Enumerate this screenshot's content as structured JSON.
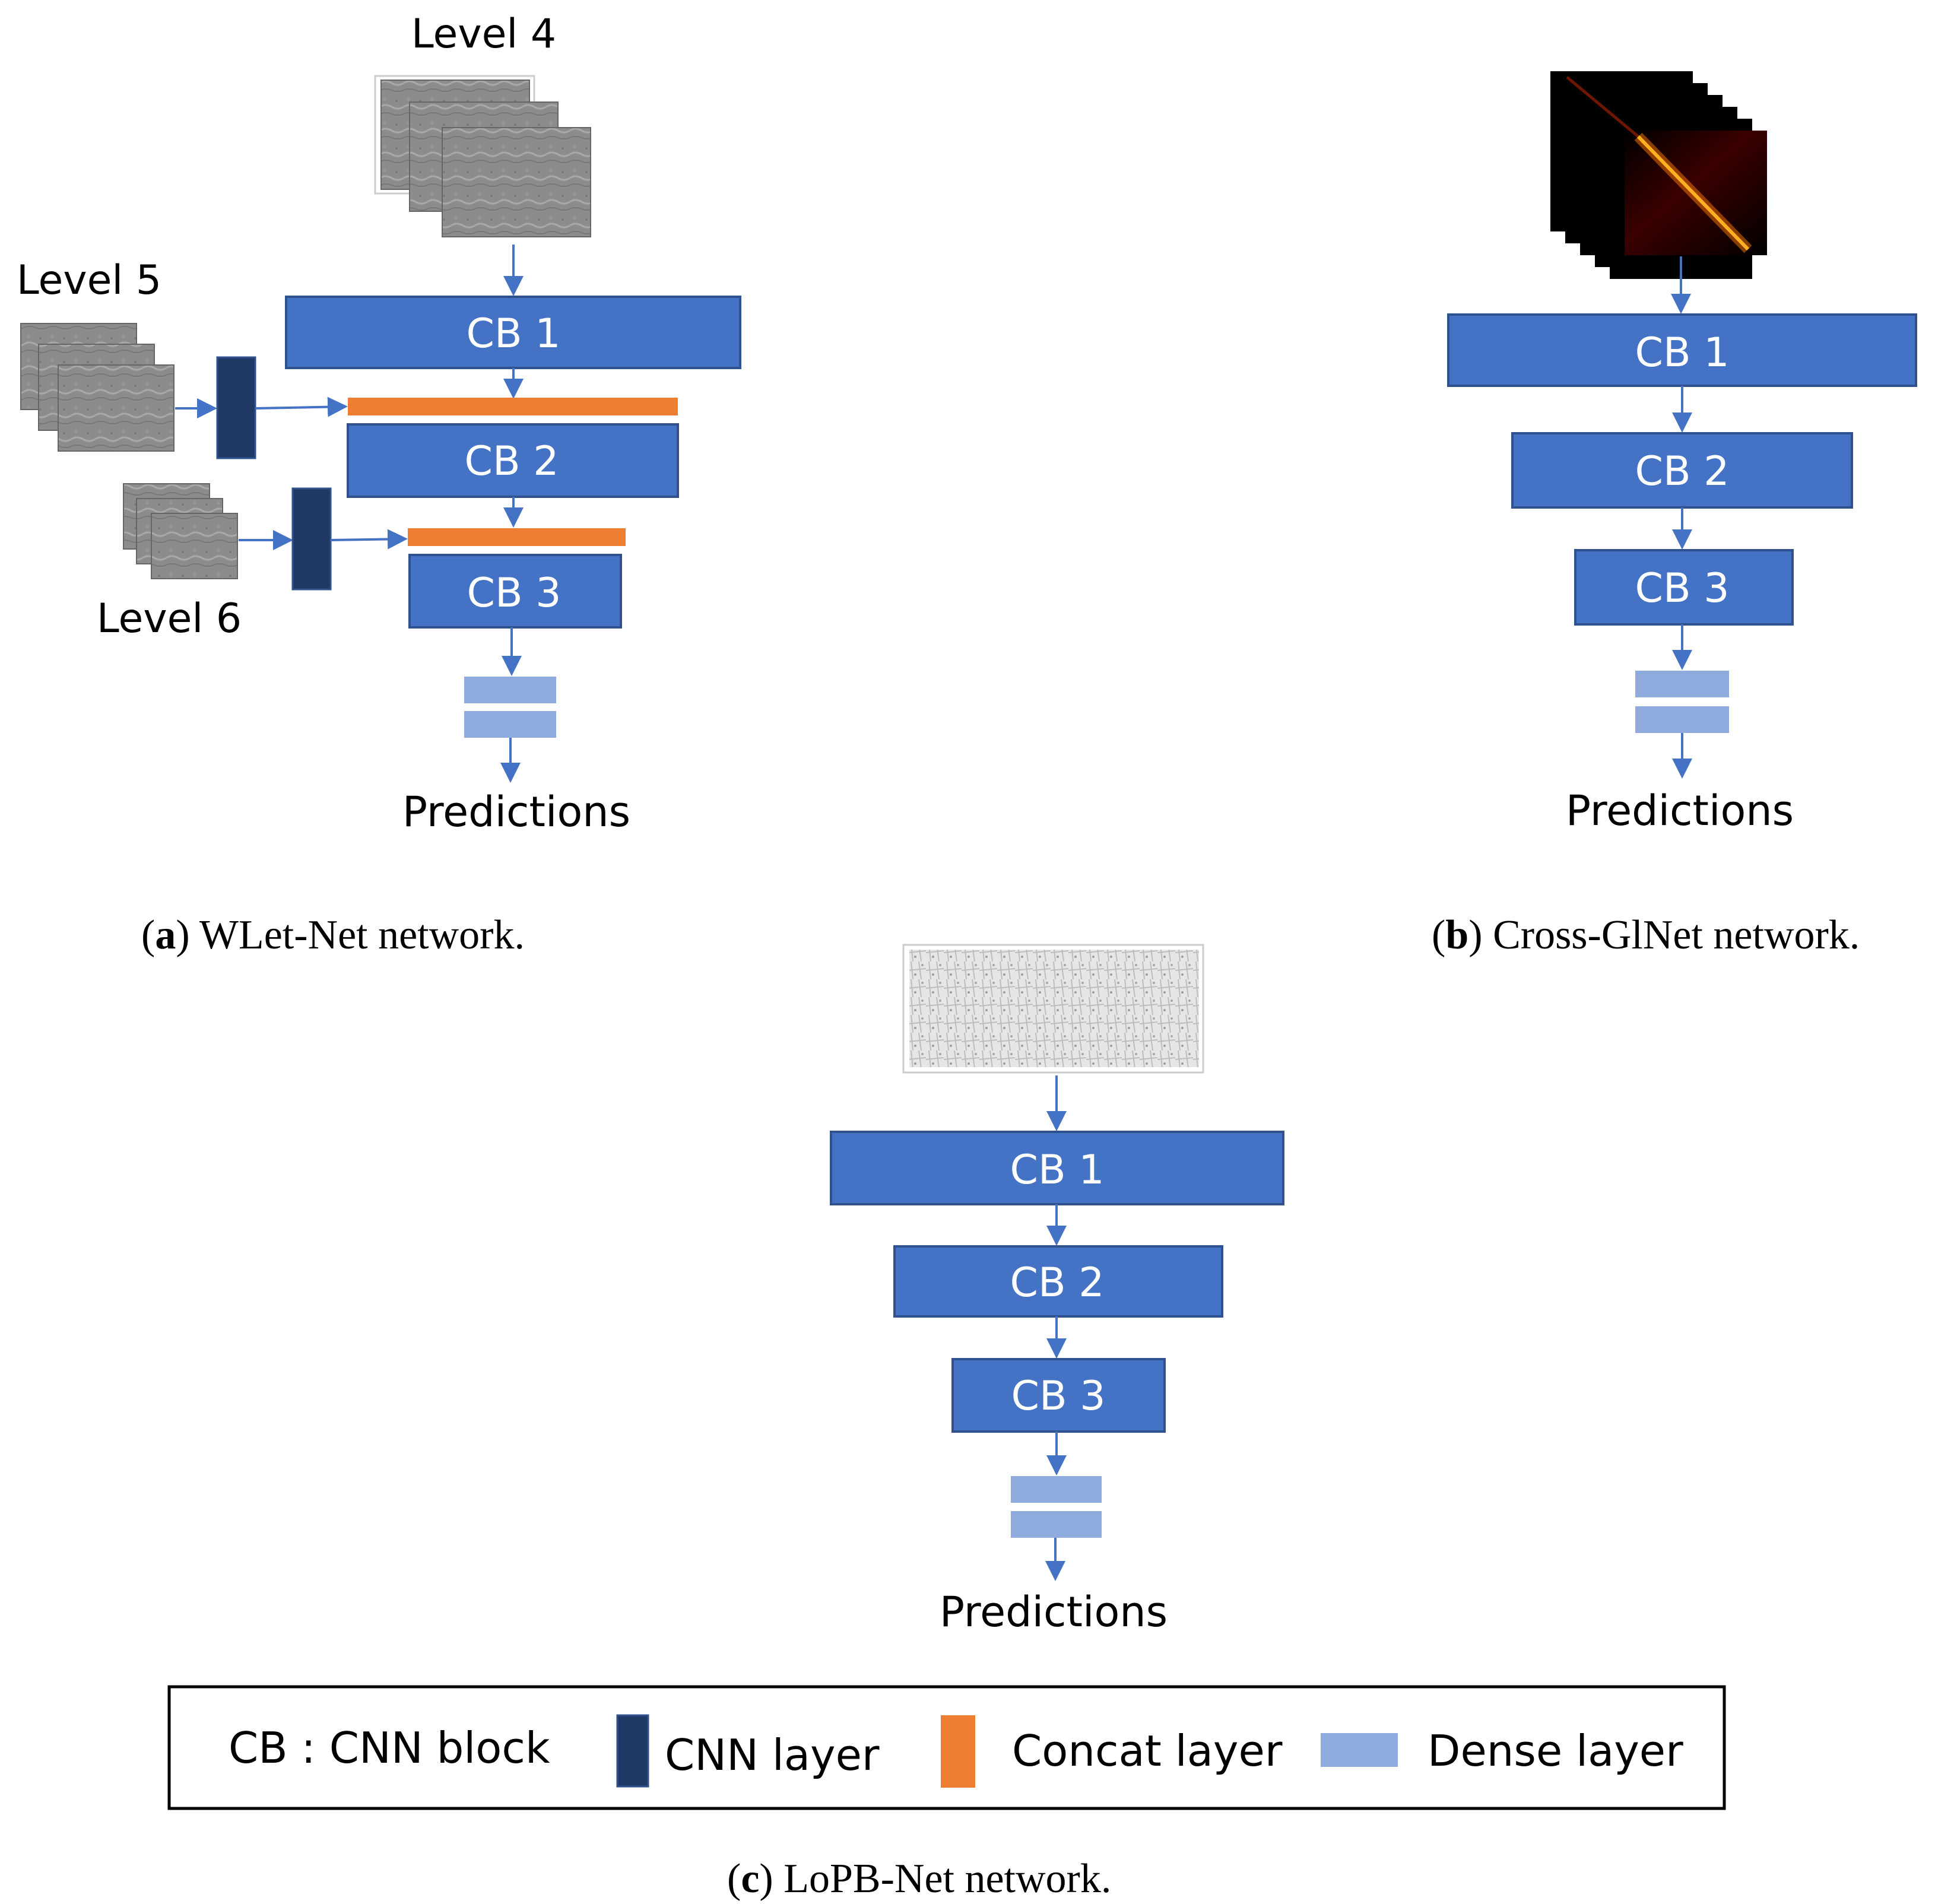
{
  "colors": {
    "cnn_block": "#4472C4",
    "cnn_block_border": "#2F528F",
    "cnn_layer": "#1F3864",
    "concat_layer": "#ED7D31",
    "dense_layer": "#8FAADC",
    "arrow": "#4472C4",
    "heatmap_bg": "#000000",
    "heatmap_line": "#FFB020"
  },
  "panel_a": {
    "level4_label": "Level 4",
    "level5_label": "Level 5",
    "level6_label": "Level 6",
    "cb1": "CB 1",
    "cb2": "CB 2",
    "cb3": "CB 3",
    "output": "Predictions",
    "caption_letter": "a",
    "caption_text": " WLet-Net network."
  },
  "panel_b": {
    "cb1": "CB 1",
    "cb2": "CB 2",
    "cb3": "CB 3",
    "output": "Predictions",
    "caption_letter": "b",
    "caption_text": " Cross-GlNet network."
  },
  "panel_c": {
    "cb1": "CB 1",
    "cb2": "CB 2",
    "cb3": "CB 3",
    "output": "Predictions",
    "caption_letter": "c",
    "caption_text": " LoPB-Net network."
  },
  "legend": {
    "cb_def": "CB : CNN block",
    "cnn_layer": "CNN layer",
    "concat_layer": "Concat layer",
    "dense_layer": "Dense layer"
  }
}
